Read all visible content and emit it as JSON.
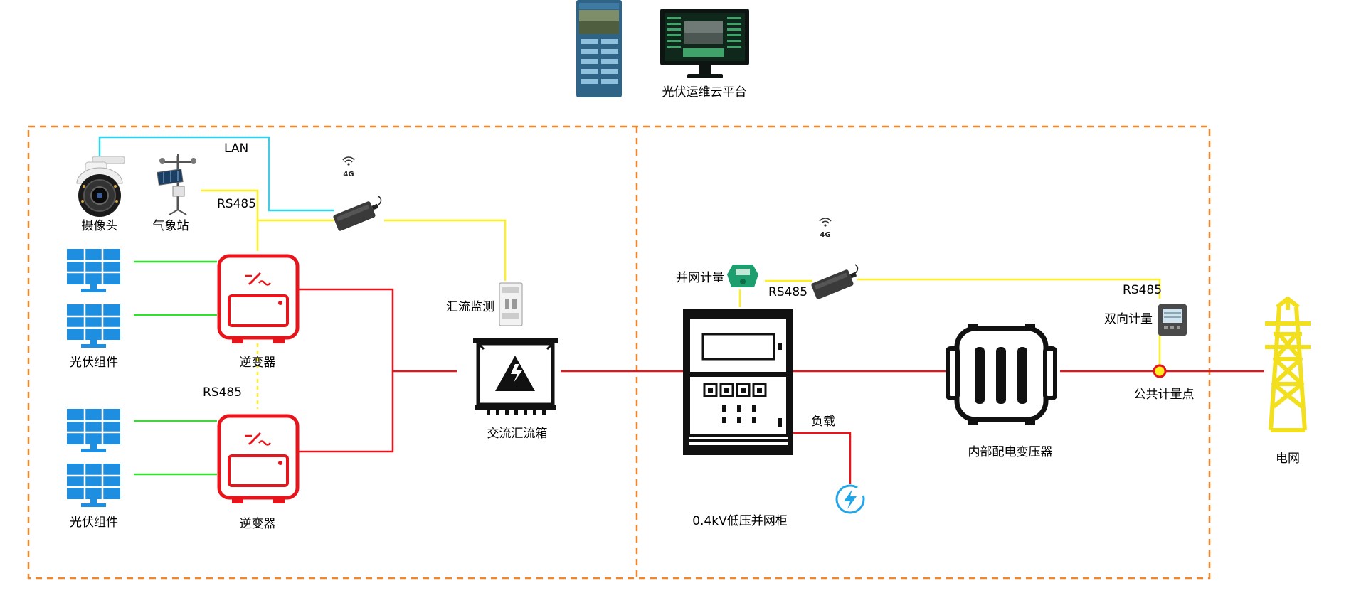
{
  "labels": {
    "cloud_platform": "光伏运维云平台",
    "lan": "LAN",
    "rs485_top": "RS485",
    "camera": "摄像头",
    "weather_station": "气象站",
    "pv_module_1": "光伏组件",
    "pv_module_2": "光伏组件",
    "inverter_1": "逆变器",
    "inverter_2": "逆变器",
    "rs485_mid": "RS485",
    "combiner_monitor": "汇流监测",
    "ac_combiner_box": "交流汇流箱",
    "grid_meter": "并网计量",
    "rs485_right": "RS485",
    "rs485_far_right": "RS485",
    "bidirectional_meter": "双向计量",
    "load": "负载",
    "lv_cabinet": "0.4kV低压并网柜",
    "transformer": "内部配电变压器",
    "pcc": "公共计量点",
    "grid": "电网",
    "gateway_4g_left": "4G",
    "gateway_4g_right": "4G"
  },
  "colors": {
    "dashed_border": "#f0852a",
    "ac_line": "#e8141b",
    "dc_line": "#2fe02f",
    "rs485_line": "#ffee22",
    "lan_line": "#33d1f0",
    "solar_panel": "#1e8fe0",
    "inverter": "#e8141b",
    "tower": "#f2e01f",
    "load_icon": "#22a6e8"
  }
}
